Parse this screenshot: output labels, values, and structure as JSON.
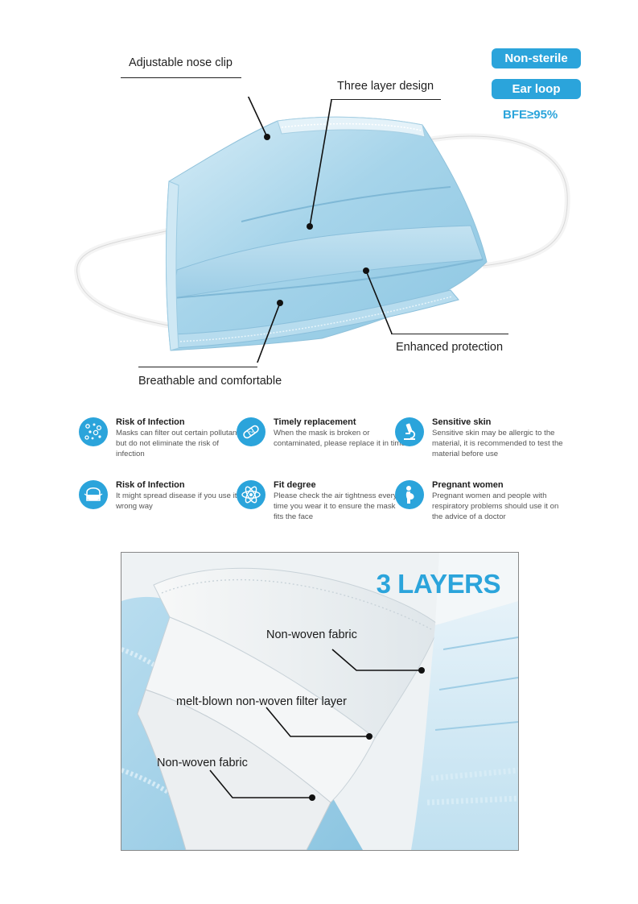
{
  "top": {
    "callouts": {
      "nose_clip": "Adjustable nose clip",
      "three_layer": "Three layer design",
      "enhanced": "Enhanced protection",
      "breathable": "Breathable and comfortable"
    },
    "badges": {
      "non_sterile": "Non-sterile",
      "ear_loop": "Ear loop",
      "bfe": "BFE≥95%"
    }
  },
  "features": [
    {
      "title": "Risk of Infection",
      "desc": "Masks can filter out certain pollutants, but do not eliminate the risk of infection",
      "icon": "particles-icon"
    },
    {
      "title": "Timely replacement",
      "desc": "When the mask is broken or contaminated, please replace it in time",
      "icon": "bandage-icon"
    },
    {
      "title": "Sensitive skin",
      "desc": "Sensitive skin may be allergic to the material, it is recommended to test the material before use",
      "icon": "microscope-icon"
    },
    {
      "title": "Risk of Infection",
      "desc": "It might spread disease if you use it in wrong way",
      "icon": "masked-face-icon"
    },
    {
      "title": "Fit degree",
      "desc": "Please check the air tightness every time you wear it to ensure the mask fits the face",
      "icon": "atom-icon"
    },
    {
      "title": "Pregnant women",
      "desc": "Pregnant women and people with respiratory problems should use it on the advice of a doctor",
      "icon": "pregnant-woman-icon"
    }
  ],
  "layers_panel": {
    "title": "3 LAYERS",
    "outer": "Non-woven fabric",
    "middle": "melt-blown non-woven filter layer",
    "inner": "Non-woven fabric"
  },
  "colors": {
    "accent": "#2ba4db",
    "mask_blue": "#a9d5ea"
  }
}
